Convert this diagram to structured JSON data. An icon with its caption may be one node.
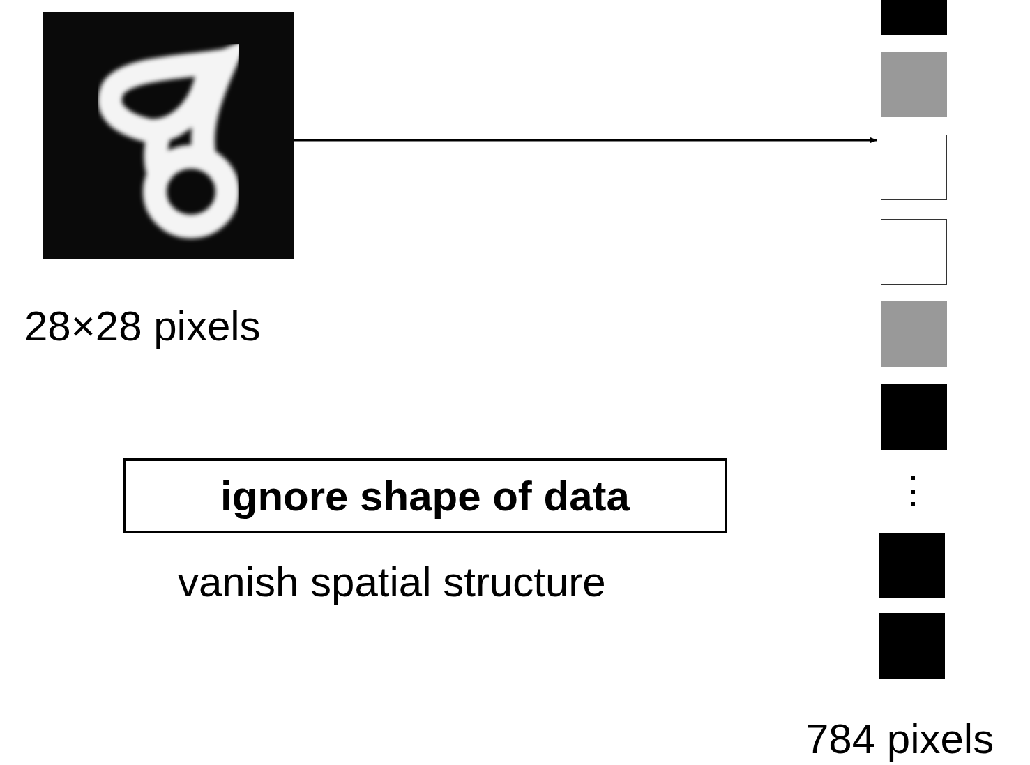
{
  "diagram": {
    "nodes": [
      {
        "text": [],
        "shape": "picture",
        "beside": [
          "28×28 pixels"
        ]
      },
      {
        "text": [],
        "shape": "picture",
        "beside": [
          "784 pixels"
        ]
      },
      {
        "text": [
          "ignore shape of data"
        ],
        "beside": [
          "vanish spatial structure"
        ]
      }
    ],
    "edges": [
      {
        "from": 0,
        "to": 1,
        "arrow": "to"
      }
    ]
  }
}
